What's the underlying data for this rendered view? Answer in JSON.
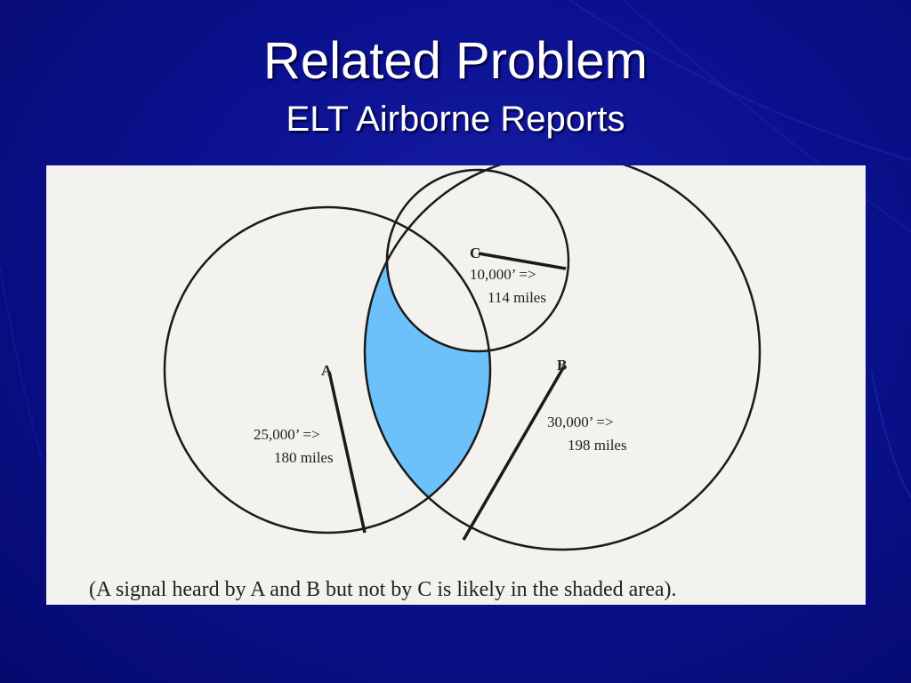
{
  "slide": {
    "title": "Related Problem",
    "subtitle": "ELT Airborne Reports"
  },
  "diagram": {
    "stations": {
      "a": {
        "label": "A",
        "altitude_text": "25,000’ =>",
        "range_text": "180 miles"
      },
      "b": {
        "label": "B",
        "altitude_text": "30,000’ =>",
        "range_text": "198 miles"
      },
      "c": {
        "label": "C",
        "altitude_text": "10,000’ =>",
        "range_text": "114 miles"
      }
    },
    "caption": "(A signal heard by A and B but not by C is likely in the shaded area)."
  },
  "colors": {
    "background": "#0b1190",
    "panel": "#f3f2ef",
    "circle_stroke": "#1a1a1a",
    "shaded_area": "#6cc1fb",
    "title_text": "#ffffff"
  }
}
